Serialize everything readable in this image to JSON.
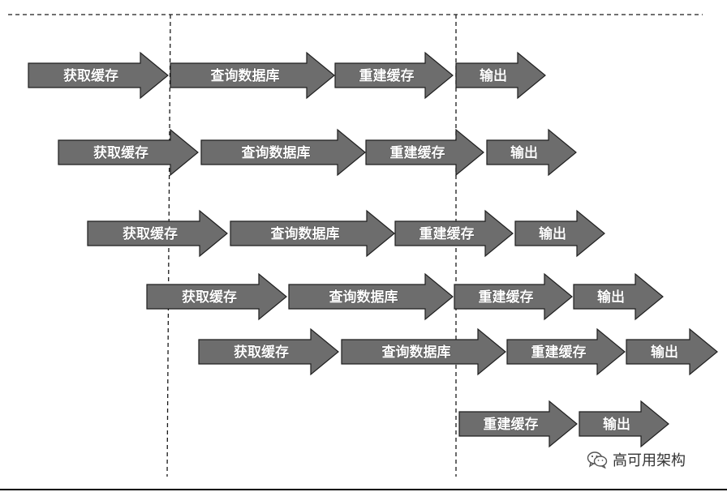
{
  "rows": [
    {
      "steps": [
        "获取缓存",
        "查询数据库",
        "重建缓存",
        "输出"
      ]
    },
    {
      "steps": [
        "获取缓存",
        "查询数据库",
        "重建缓存",
        "输出"
      ]
    },
    {
      "steps": [
        "获取缓存",
        "查询数据库",
        "重建缓存",
        "输出"
      ]
    },
    {
      "steps": [
        "获取缓存",
        "查询数据库",
        "重建缓存",
        "输出"
      ]
    },
    {
      "steps": [
        "获取缓存",
        "查询数据库",
        "重建缓存",
        "输出"
      ]
    },
    {
      "steps": [
        "重建缓存",
        "输出"
      ]
    }
  ],
  "watermark": {
    "text": "高可用架构",
    "icon": "wechat-logo-icon"
  },
  "colors": {
    "arrow_fill": "#6d6d6d",
    "arrow_stroke": "#1f1f1f",
    "label": "#ffffff",
    "guide": "#1a1a1a"
  }
}
